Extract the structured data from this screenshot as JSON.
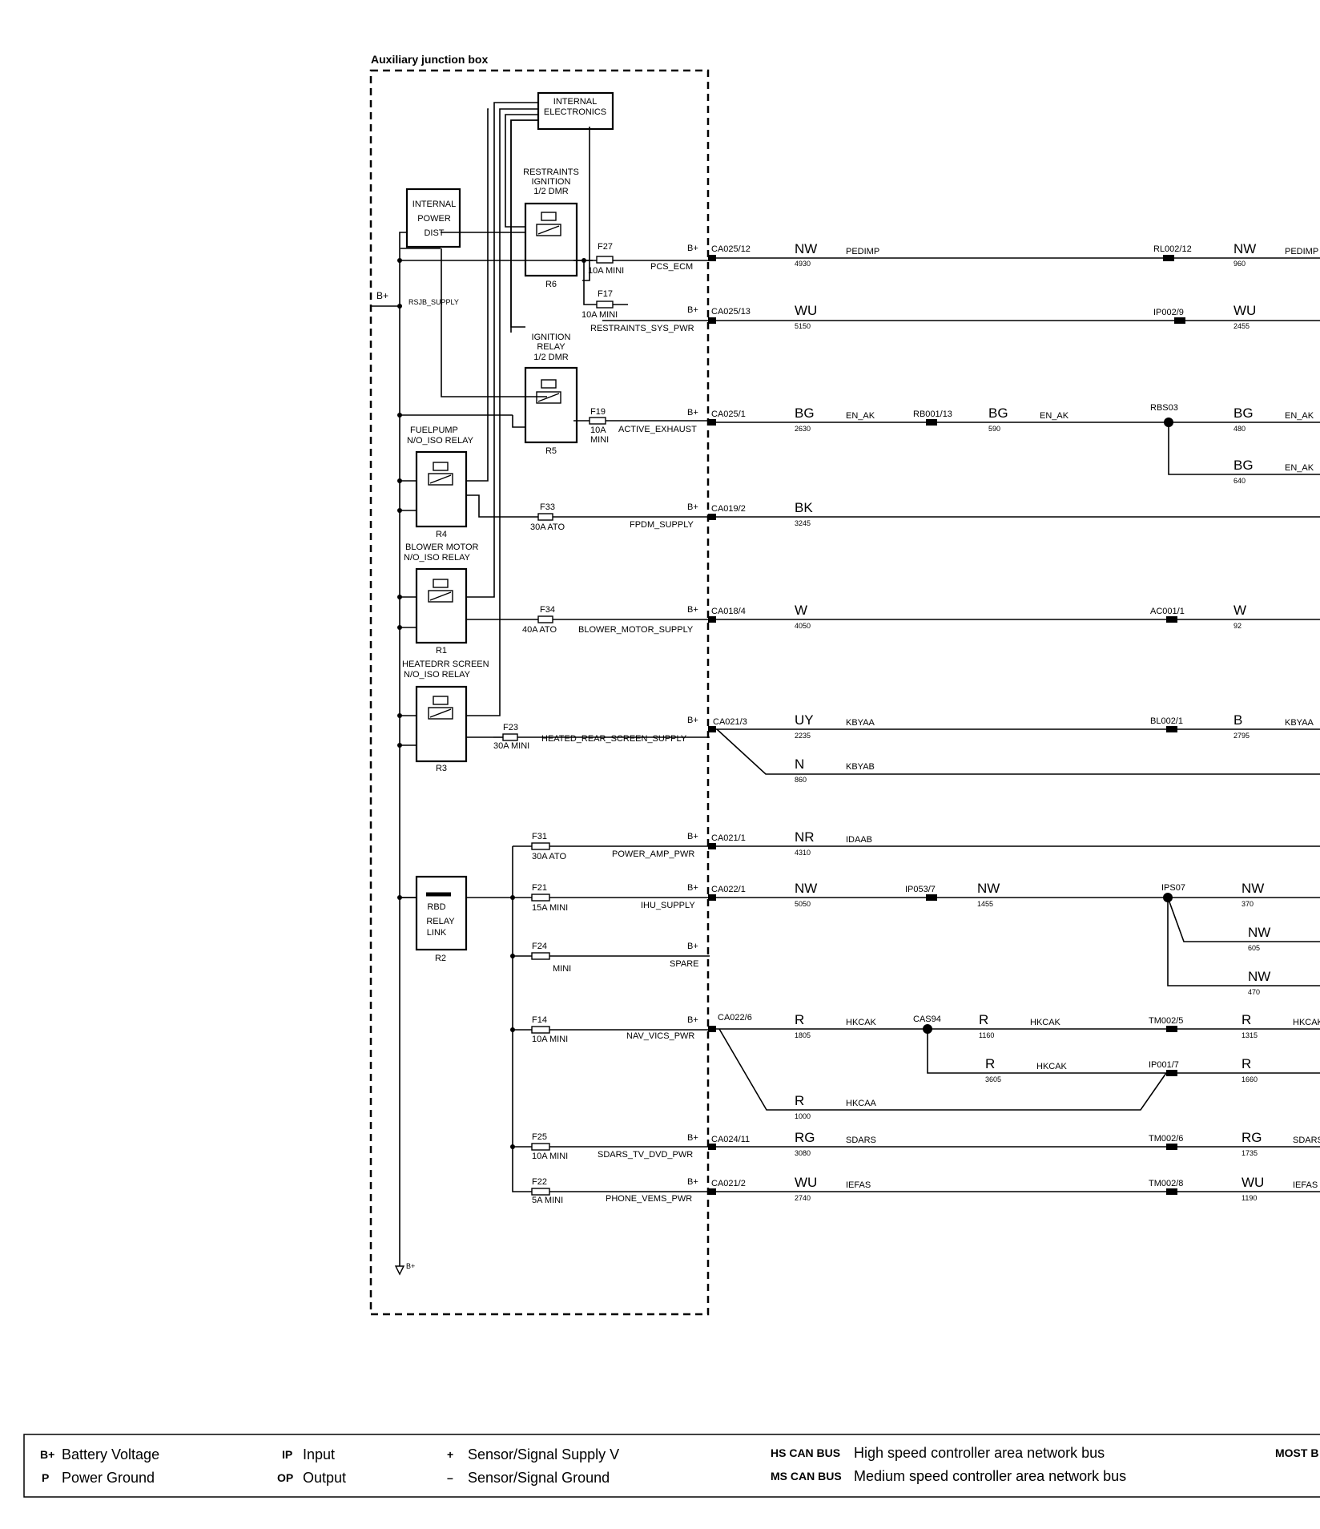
{
  "title": "Auxiliary junction box",
  "supply": {
    "bplus": "B+",
    "rsjb": "RSJB_SUPPLY",
    "bplus_bottom": "B+"
  },
  "blocks": {
    "internal_electronics": [
      "INTERNAL",
      "ELECTRONICS"
    ],
    "internal_power": [
      "INTERNAL",
      "POWER",
      "DIST"
    ],
    "rbd": [
      "RBD",
      "RELAY",
      "LINK"
    ],
    "rbd_id": "R2"
  },
  "relays": [
    {
      "id": "R6",
      "label": [
        "RESTRAINTS",
        "IGNITION",
        "1/2 DMR"
      ]
    },
    {
      "id": "R5",
      "label": [
        "IGNITION",
        "RELAY",
        "1/2 DMR"
      ]
    },
    {
      "id": "R4",
      "label": [
        "FUELPUMP",
        "N/O_ISO  RELAY"
      ]
    },
    {
      "id": "R1",
      "label": [
        "BLOWER MOTOR",
        "N/O_ISO   RELAY"
      ]
    },
    {
      "id": "R3",
      "label": [
        "HEATEDRR SCREEN",
        "N/O_ISO    RELAY"
      ]
    }
  ],
  "circuits": [
    {
      "fuse": "F27",
      "rating": "10A  MINI",
      "supply": "PCS_ECM",
      "term": "B+",
      "conn": "CA025/12",
      "wire": "NW",
      "num": "4930",
      "sig": "PEDIMP",
      "far_conn": "RL002/12",
      "far_wire": "NW",
      "far_num": "960",
      "far_sig": "PEDIMP"
    },
    {
      "fuse": "F17",
      "rating": "10A  MINI",
      "supply": "RESTRAINTS_SYS_PWR",
      "term": "B+",
      "conn": "CA025/13",
      "wire": "WU",
      "num": "5150",
      "far_conn": "IP002/9",
      "far_wire": "WU",
      "far_num": "2455"
    },
    {
      "fuse": "F19",
      "rating": "10A",
      "rating2": "MINI",
      "supply": "ACTIVE_EXHAUST",
      "term": "B+",
      "conn": "CA025/1",
      "wire": "BG",
      "num": "2630",
      "sig": "EN_AK",
      "mid_conn": "RB001/13",
      "mid_wire": "BG",
      "mid_num": "590",
      "mid_sig": "EN_AK",
      "splice": "RBS03",
      "far_wire": "BG",
      "far_num": "480",
      "far_sig": "EN_AK",
      "far2_wire": "BG",
      "far2_num": "640",
      "far2_sig": "EN_AK"
    },
    {
      "fuse": "F33",
      "rating": "30A  ATO",
      "supply": "FPDM_SUPPLY",
      "term": "B+",
      "conn": "CA019/2",
      "wire": "BK",
      "num": "3245"
    },
    {
      "fuse": "F34",
      "rating": "40A  ATO",
      "supply": "BLOWER_MOTOR_SUPPLY",
      "term": "B+",
      "conn": "CA018/4",
      "wire": "W",
      "num": "4050",
      "far_conn": "AC001/1",
      "far_wire": "W",
      "far_num": "92"
    },
    {
      "fuse": "F23",
      "rating": "30A MINI",
      "supply": "HEATED_REAR_SCREEN_SUPPLY",
      "term": "B+",
      "conn": "CA021/3",
      "wire": "UY",
      "num": "2235",
      "sig": "KBYAA",
      "far_conn": "BL002/1",
      "far_wire": "B",
      "far_num": "2795",
      "far_sig": "KBYAA",
      "branch_wire": "N",
      "branch_num": "860",
      "branch_sig": "KBYAB"
    },
    {
      "fuse": "F31",
      "rating": "30A  ATO",
      "supply": "POWER_AMP_PWR",
      "term": "B+",
      "conn": "CA021/1",
      "wire": "NR",
      "num": "4310",
      "sig": "IDAAB"
    },
    {
      "fuse": "F21",
      "rating": "15A  MINI",
      "supply": "IHU_SUPPLY",
      "term": "B+",
      "conn": "CA022/1",
      "wire": "NW",
      "num": "5050",
      "mid_conn": "IP053/7",
      "mid_wire": "NW",
      "mid_num": "1455",
      "splice": "IPS07",
      "far_wire": "NW",
      "far_num": "370",
      "far2_wire": "NW",
      "far2_num": "605",
      "far3_wire": "NW",
      "far3_num": "470"
    },
    {
      "fuse": "F24",
      "rating": "MINI",
      "supply": "SPARE",
      "term": "B+"
    },
    {
      "fuse": "F14",
      "rating": "10A  MINI",
      "supply": "NAV_VICS_PWR",
      "term": "B+",
      "conn": "CA022/6",
      "wire": "R",
      "num": "1805",
      "sig": "HKCAK",
      "splice": "CAS94",
      "mid_wire": "R",
      "mid_num": "1160",
      "mid_sig": "HKCAK",
      "far_conn": "TM002/5",
      "far_wire": "R",
      "far_num": "1315",
      "far_sig": "HKCAK",
      "b_wire": "R",
      "b_num": "3605",
      "b_sig": "HKCAK",
      "b_conn": "IP001/7",
      "b_far_wire": "R",
      "b_far_num": "1660",
      "c_wire": "R",
      "c_num": "1000",
      "c_sig": "HKCAA"
    },
    {
      "fuse": "F25",
      "rating": "10A  MINI",
      "supply": "SDARS_TV_DVD_PWR",
      "term": "B+",
      "conn": "CA024/11",
      "wire": "RG",
      "num": "3080",
      "sig": "SDARS",
      "far_conn": "TM002/6",
      "far_wire": "RG",
      "far_num": "1735",
      "far_sig": "SDARS"
    },
    {
      "fuse": "F22",
      "rating": "5A  MINI",
      "supply": "PHONE_VEMS_PWR",
      "term": "B+",
      "conn": "CA021/2",
      "wire": "WU",
      "num": "2740",
      "sig": "IEFAS",
      "far_conn": "TM002/8",
      "far_wire": "WU",
      "far_num": "1190",
      "far_sig": "IEFAS"
    }
  ],
  "legend": [
    {
      "code": "B+",
      "text": "Battery Voltage"
    },
    {
      "code": "P",
      "text": "Power Ground"
    },
    {
      "code": "IP",
      "text": "Input"
    },
    {
      "code": "OP",
      "text": "Output"
    },
    {
      "code": "+",
      "text": "Sensor/Signal Supply V"
    },
    {
      "code": "–",
      "text": "Sensor/Signal Ground"
    },
    {
      "code": "HS CAN BUS",
      "text": "High speed controller area network bus"
    },
    {
      "code": "MS CAN BUS",
      "text": "Medium speed controller area network bus"
    },
    {
      "code": "MOST B",
      "text": ""
    }
  ]
}
